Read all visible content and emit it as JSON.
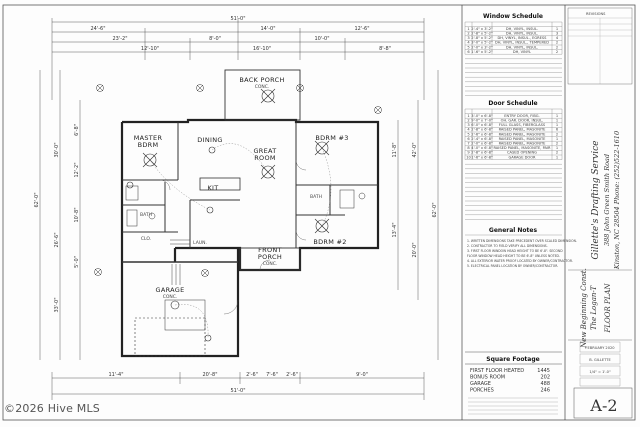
{
  "plan": {
    "rooms": [
      {
        "id": "back-porch",
        "name": "BACK PORCH",
        "sub": "CONC."
      },
      {
        "id": "master",
        "name": "MASTER",
        "name2": "BDRM"
      },
      {
        "id": "dining",
        "name": "DINING"
      },
      {
        "id": "great",
        "name": "GREAT",
        "name2": "ROOM"
      },
      {
        "id": "bdrm3",
        "name": "BDRM #3"
      },
      {
        "id": "bdrm2",
        "name": "BDRM #2"
      },
      {
        "id": "kit",
        "name": "KIT"
      },
      {
        "id": "bath1",
        "name": "BATH"
      },
      {
        "id": "bath2",
        "name": "BATH"
      },
      {
        "id": "closet",
        "name": "CLO."
      },
      {
        "id": "front-porch",
        "name": "FRONT",
        "name2": "PORCH",
        "sub": "CONC."
      },
      {
        "id": "garage",
        "name": "GARAGE",
        "sub": "CONC."
      },
      {
        "id": "laun",
        "name": "LAUN."
      }
    ],
    "dims_top": [
      "51'-0\"",
      "24'-6\"",
      "14'-0\"",
      "12'-6\"",
      "23'-2\"",
      "8'-0\"",
      "10'-0\"",
      "12'-10\"",
      "16'-10\"",
      "8'-8\""
    ],
    "dims_bottom": [
      "11'-4\"",
      "20'-8\"",
      "2'-6\"",
      "7'-6\"",
      "2'-6\"",
      "9'-0\"",
      "51'-0\""
    ],
    "dims_left": [
      "62'-0\"",
      "30'-0\"",
      "33'-0\"",
      "26'-6\"",
      "6'-8\"",
      "12'-2\"",
      "10'-8\"",
      "5'-0\""
    ],
    "dims_right": [
      "62'-0\"",
      "42'-0\"",
      "11'-8\"",
      "13'-4\"",
      "20'-0\""
    ]
  },
  "window_schedule": {
    "title": "Window Schedule",
    "rows": [
      {
        "mark": "1",
        "size": "2'-4\" x 3'-2\"",
        "desc": "DH, VINYL, INSUL.",
        "qty": "1"
      },
      {
        "mark": "2",
        "size": "2'-8\" x 5'-2\"",
        "desc": "DH, VINYL, INSUL.",
        "qty": "3"
      },
      {
        "mark": "3",
        "size": "2'-8\" x 5'-2\"",
        "desc": "DH, VINYL, INSUL., EGRESS",
        "qty": "4"
      },
      {
        "mark": "4",
        "size": "3'-0\" x 5'-2\"",
        "desc": "DH, VINYL, INSUL., TEMPERED",
        "qty": "2"
      },
      {
        "mark": "5",
        "size": "2'-0\" x 3'-2\"",
        "desc": "DH, VINYL, INSUL.",
        "qty": "2"
      },
      {
        "mark": "6",
        "size": "1'-6\" x 5'-2\"",
        "desc": "DH, VINYL",
        "qty": "2"
      }
    ]
  },
  "door_schedule": {
    "title": "Door Schedule",
    "rows": [
      {
        "mark": "1",
        "size": "3'-0\" x 6'-8\"",
        "desc": "ENTRY DOOR, FIBG.",
        "qty": "1"
      },
      {
        "mark": "2",
        "size": "9'-0\" x 7'-0\"",
        "desc": "OH. GAR. DOOR, INSUL.",
        "qty": "1"
      },
      {
        "mark": "3",
        "size": "6'-0\" x 6'-8\"",
        "desc": "FULL GLASS, FIBERGLASS",
        "qty": "1"
      },
      {
        "mark": "4",
        "size": "2'-8\" x 6'-8\"",
        "desc": "RAISED PANEL, MASONITE",
        "qty": "6"
      },
      {
        "mark": "5",
        "size": "2'-6\" x 6'-8\"",
        "desc": "RAISED PANEL, MASONITE",
        "qty": "2"
      },
      {
        "mark": "6",
        "size": "2'-4\" x 6'-8\"",
        "desc": "RAISED PANEL, MASONITE",
        "qty": "1"
      },
      {
        "mark": "7",
        "size": "2'-0\" x 6'-8\"",
        "desc": "RAISED PANEL, MASONITE",
        "qty": "2"
      },
      {
        "mark": "8",
        "size": "4'-0\" x 6'-8\"",
        "desc": "RAISED PANEL, MASONITE, PAIR",
        "qty": "1"
      },
      {
        "mark": "9",
        "size": "2'-8\" x 6'-8\"",
        "desc": "CASED OPENING",
        "qty": "2"
      },
      {
        "mark": "10",
        "size": "1'-6\" x 6'-8\"",
        "desc": "GARAGE DOOR",
        "qty": "1"
      }
    ]
  },
  "general_notes": {
    "title": "General Notes",
    "items": [
      "1. WRITTEN DIMENSIONS TAKE PRECEDENT OVER SCALED DIMENSION.",
      "2. CONTRACTOR TO FIELD VERIFY ALL DIMENSIONS.",
      "3. FIRST FLOOR WINDOW HEAD HEIGHT TO BE 6'-8\". SECOND",
      "   FLOOR WINDOW HEAD HEIGHT TO BE 6'-8\" UNLESS NOTED.",
      "4. ALL EXTERIOR WATER PROOF LOCATED BY OWNER/CONTRACTOR.",
      "5. ELECTRICAL PANEL LOCATION BY OWNER/CONTRACTOR."
    ]
  },
  "square_footage": {
    "title": "Square Footage",
    "rows": [
      {
        "label": "FIRST FLOOR HEATED",
        "value": "1445"
      },
      {
        "label": "BONUS ROOM",
        "value": "202"
      },
      {
        "label": "GARAGE",
        "value": "488"
      },
      {
        "label": "PORCHES",
        "value": "246"
      }
    ]
  },
  "title_block": {
    "revisions_label": "REVISIONS",
    "firm_name": "Gillette's Drafting Service",
    "firm_addr1": "388 John Green Smith Road",
    "firm_addr2": "Kinston, NC 28504   Phone: (252)522-1610",
    "project1": "New Beginning Const.",
    "project2": "The Logan-T",
    "sheet_name": "FLOOR PLAN",
    "date": "FEBRUARY 2020",
    "drawn_by": "B. GILLETTE",
    "scale": "1/4\" = 1'-0\"",
    "sheet_number": "A-2"
  },
  "watermark": "©2026 Hive MLS"
}
